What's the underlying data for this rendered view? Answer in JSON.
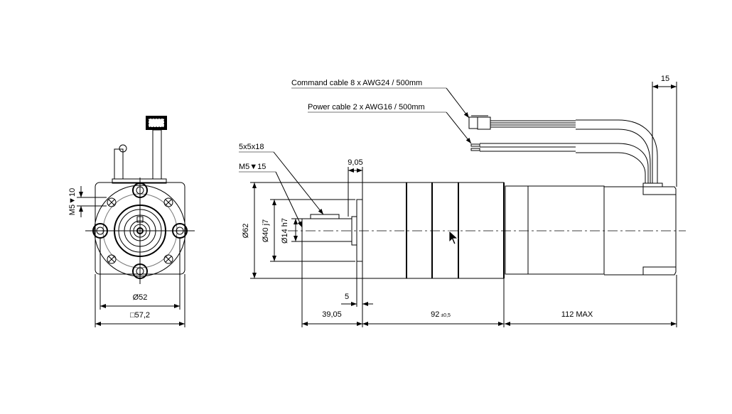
{
  "labels": {
    "command_cable": "Command cable 8 x AWG24 / 500mm",
    "power_cable": "Power cable 2 x AWG16 / 500mm",
    "key": "5x5x18",
    "thread_shaft": "M5▼15",
    "thread_flange": "M5▼10"
  },
  "dimensions": {
    "flange_pcd": "Ø52",
    "square": "□57,2",
    "dia_62": "Ø62",
    "dia_40": "Ø40 j7",
    "dia_14": "Ø14 h7",
    "d_9_05": "9,05",
    "d_5": "5",
    "d_39_05": "39,05",
    "d_92": "92",
    "d_92_tol": "±0,5",
    "d_112": "112 MAX",
    "d_15": "15"
  }
}
